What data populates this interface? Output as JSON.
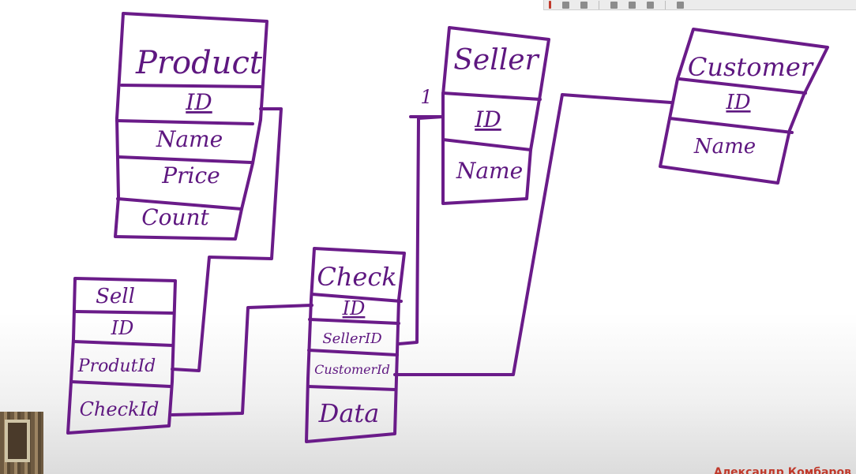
{
  "tables": {
    "product": {
      "title": "Product",
      "fields": [
        "ID",
        "Name",
        "Price",
        "Count"
      ]
    },
    "seller": {
      "title": "Seller",
      "fields": [
        "ID",
        "Name"
      ]
    },
    "customer": {
      "title": "Customer",
      "fields": [
        "ID",
        "Name"
      ]
    },
    "sell": {
      "title": "Sell",
      "fields": [
        "ID",
        "ProdutId",
        "CheckId"
      ]
    },
    "check": {
      "title": "Check",
      "fields": [
        "ID",
        "SellerID",
        "CustomerId",
        "Data"
      ]
    }
  },
  "relations": {
    "cardinality_label": "1"
  },
  "toolbar": {
    "icons": [
      "pen-icon",
      "eraser-icon",
      "highlighter-icon",
      "shapes-icon",
      "undo-icon",
      "redo-icon",
      "settings-icon"
    ]
  },
  "presenter": {
    "name_text": "Александр Комбаров"
  },
  "colors": {
    "ink": "#6a1b89",
    "toolbar_bg": "#ececec",
    "author_red": "#c0392b"
  }
}
